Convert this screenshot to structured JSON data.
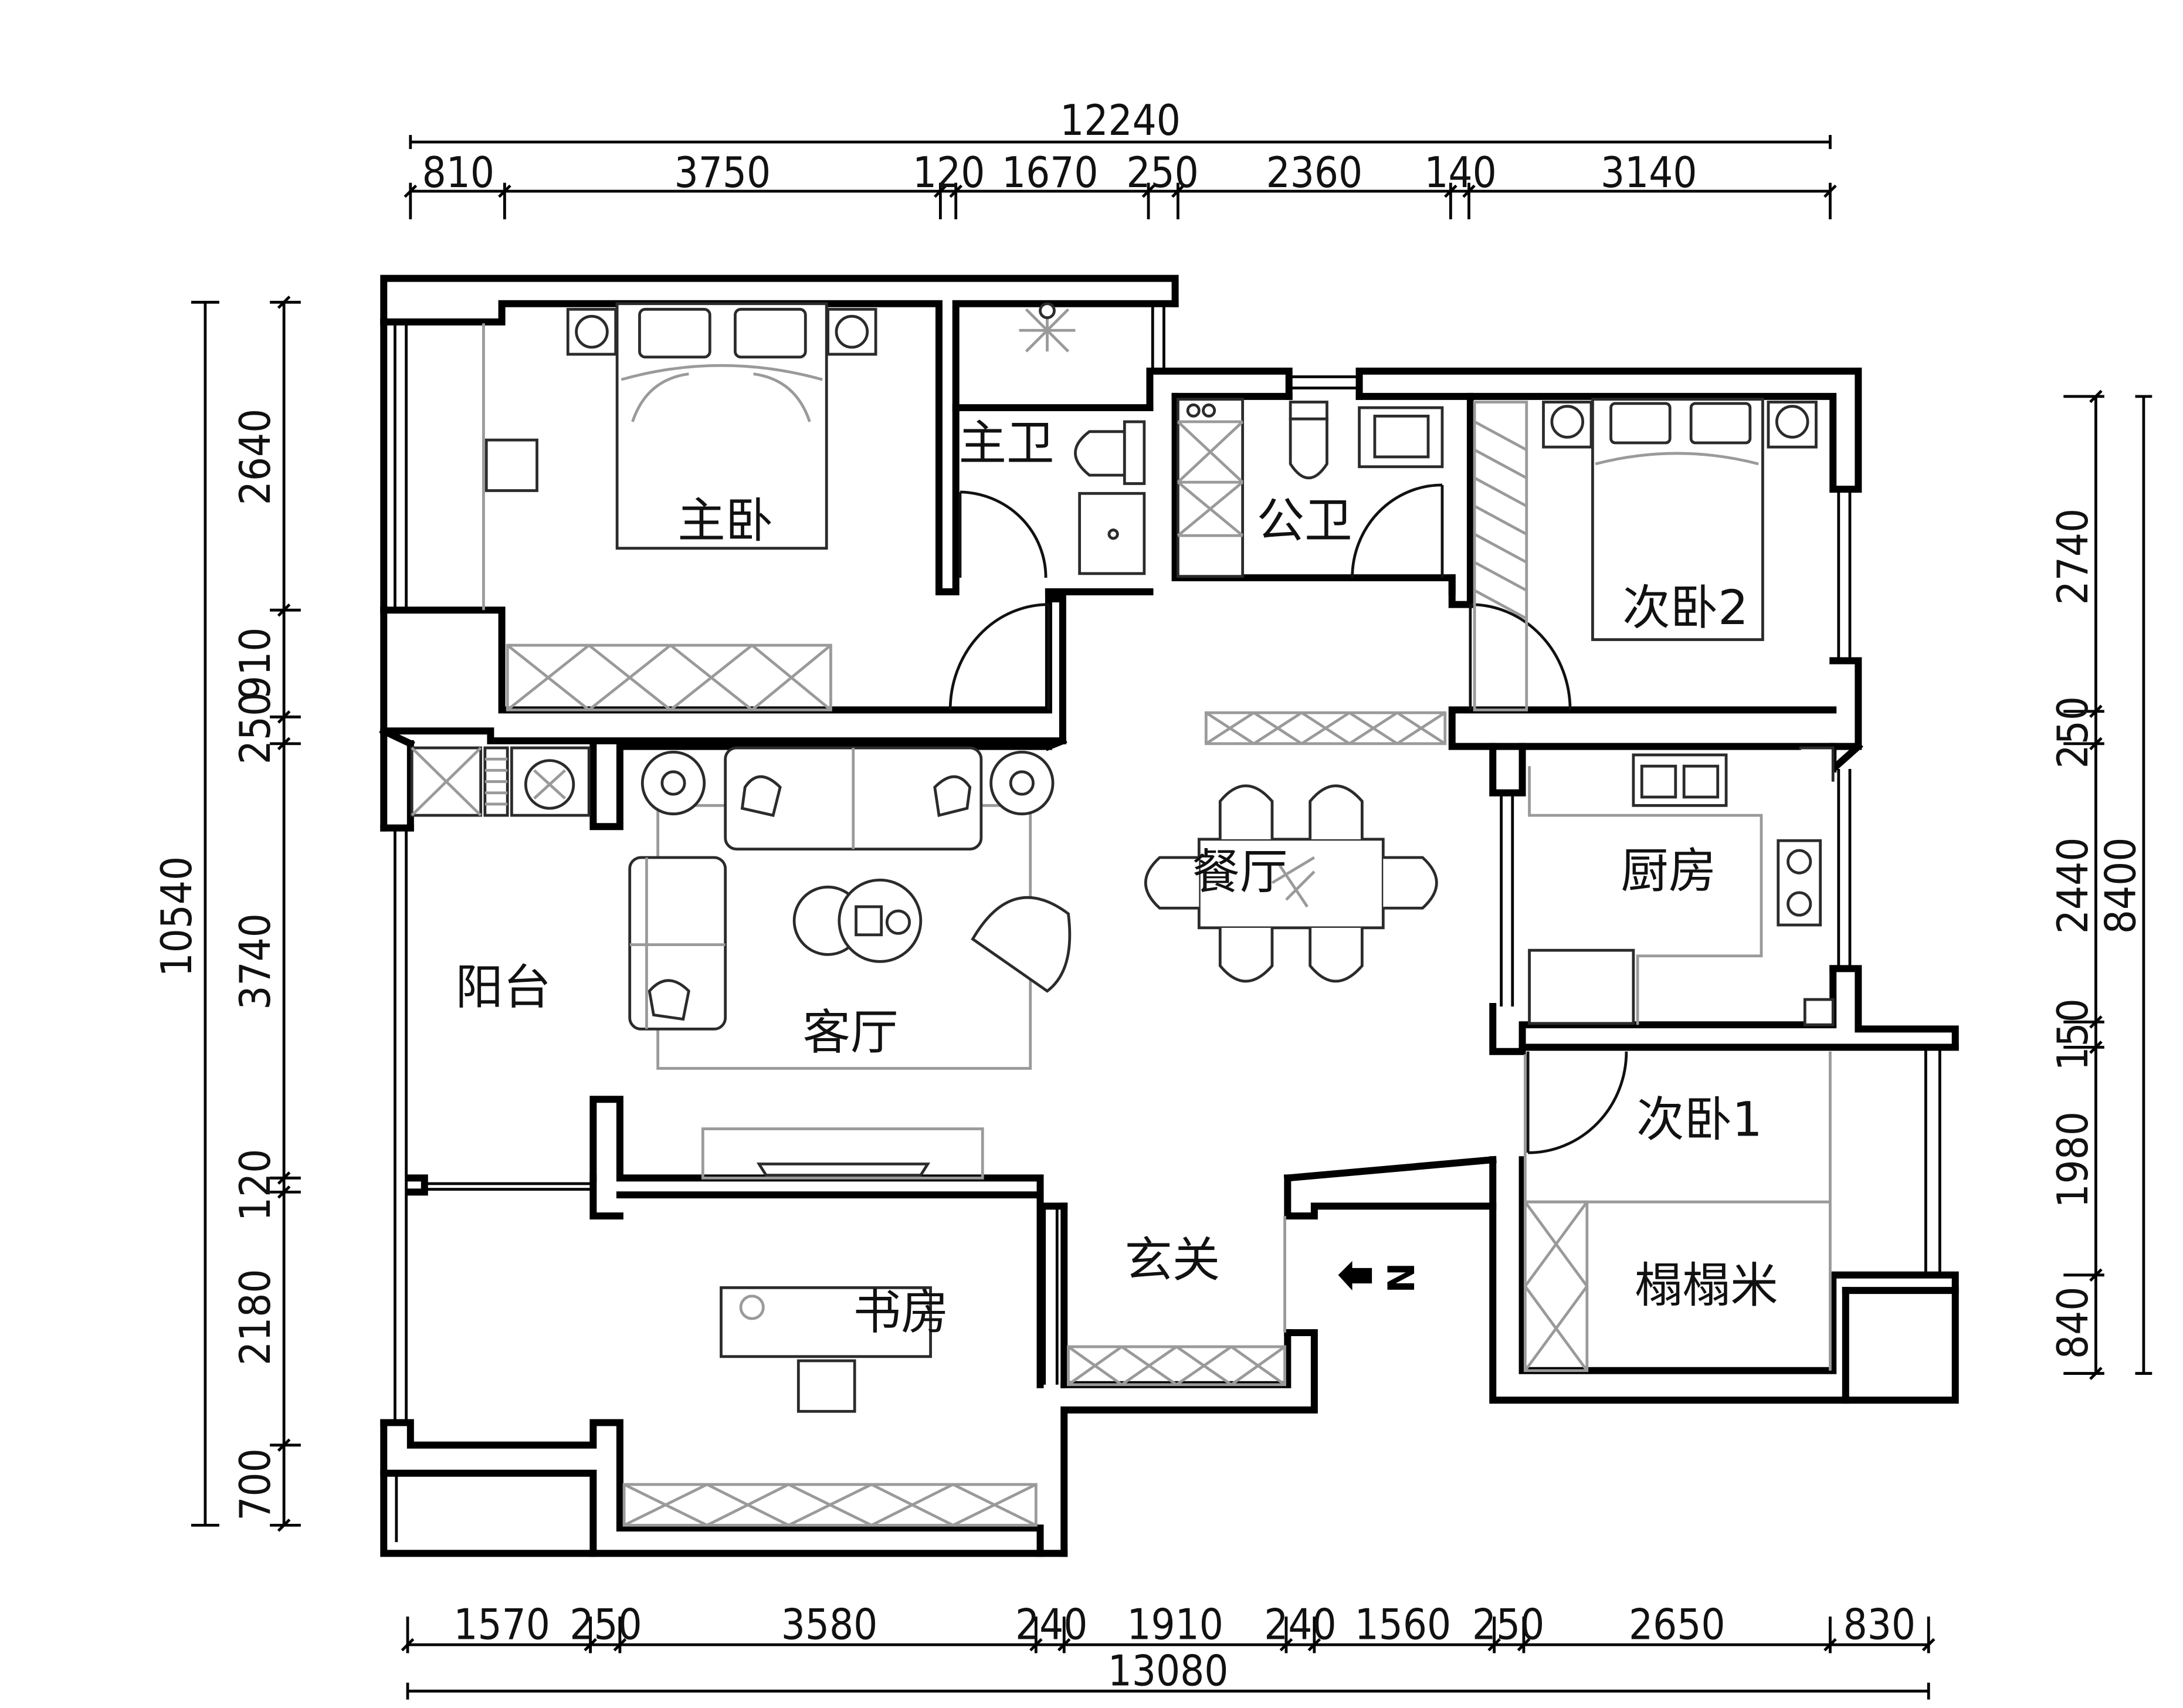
{
  "rooms": {
    "master_bedroom": "主卧",
    "master_bath": "主卫",
    "public_bath": "公卫",
    "second_bedroom_2": "次卧2",
    "kitchen": "厨房",
    "dining": "餐厅",
    "living": "客厅",
    "balcony": "阳台",
    "second_bedroom_1": "次卧1",
    "tatami": "榻榻米",
    "study": "书房",
    "entrance": "玄关"
  },
  "north_label": "N",
  "dims": {
    "top_total": "12240",
    "top": [
      "810",
      "3750",
      "120",
      "1670",
      "250",
      "2360",
      "140",
      "3140"
    ],
    "bottom_total": "13080",
    "bottom": [
      "1570",
      "250",
      "3580",
      "240",
      "1910",
      "240",
      "1560",
      "250",
      "2650",
      "830"
    ],
    "left_total": "10540",
    "left": [
      "2640",
      "910",
      "250",
      "3740",
      "120",
      "2180",
      "700"
    ],
    "right_total": "8400",
    "right": [
      "2740",
      "250",
      "2440",
      "150",
      "1980",
      "840"
    ]
  }
}
